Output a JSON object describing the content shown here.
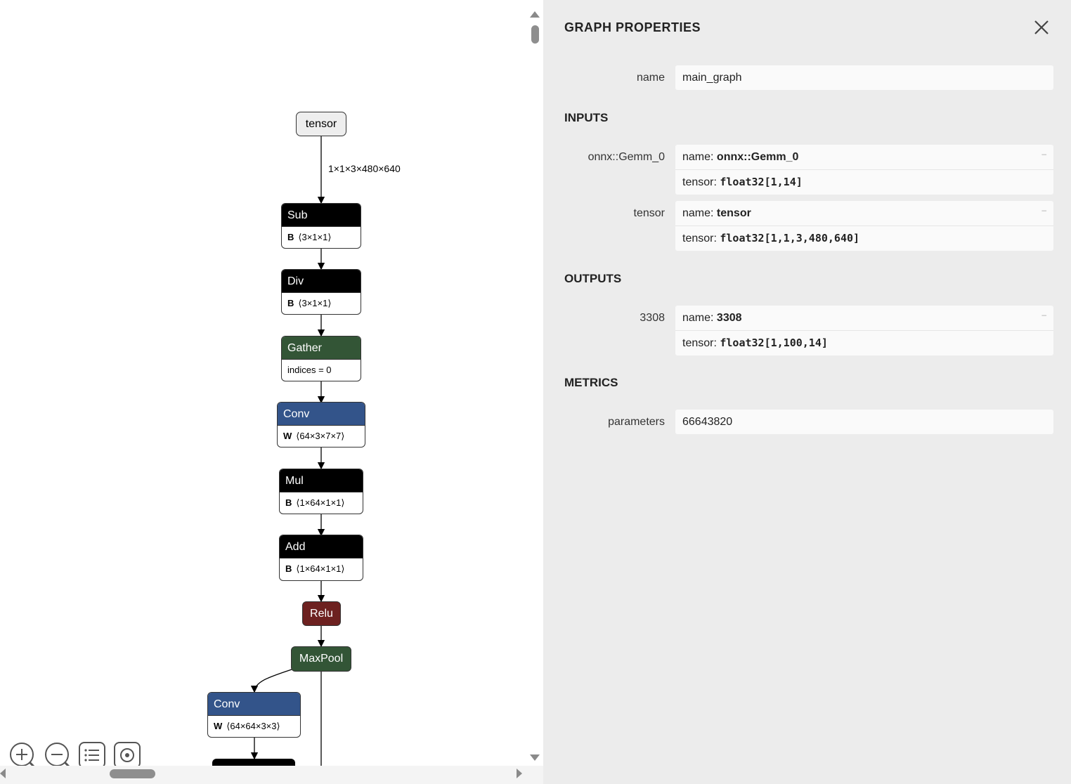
{
  "graph": {
    "edge_label": "1×1×3×480×640",
    "nodes": [
      {
        "id": "tensor",
        "label": "tensor",
        "kind": "input"
      },
      {
        "id": "sub",
        "label": "Sub",
        "color": "#000000",
        "attr_key": "B",
        "attr_val": "⟨3×1×1⟩"
      },
      {
        "id": "div",
        "label": "Div",
        "color": "#000000",
        "attr_key": "B",
        "attr_val": "⟨3×1×1⟩"
      },
      {
        "id": "gather",
        "label": "Gather",
        "color": "#335536",
        "attr_key": "",
        "attr_val": "indices = 0"
      },
      {
        "id": "conv1",
        "label": "Conv",
        "color": "#33548a",
        "attr_key": "W",
        "attr_val": "⟨64×3×7×7⟩"
      },
      {
        "id": "mul",
        "label": "Mul",
        "color": "#000000",
        "attr_key": "B",
        "attr_val": "⟨1×64×1×1⟩"
      },
      {
        "id": "add",
        "label": "Add",
        "color": "#000000",
        "attr_key": "B",
        "attr_val": "⟨1×64×1×1⟩"
      },
      {
        "id": "relu",
        "label": "Relu",
        "color": "#6d2120"
      },
      {
        "id": "maxpool",
        "label": "MaxPool",
        "color": "#335536"
      },
      {
        "id": "conv2",
        "label": "Conv",
        "color": "#33548a",
        "attr_key": "W",
        "attr_val": "⟨64×64×3×3⟩"
      }
    ]
  },
  "toolbar": {
    "zoom_in_icon": "zoom-in-icon",
    "zoom_out_icon": "zoom-out-icon",
    "list_icon": "list-icon",
    "center_icon": "target-icon"
  },
  "panel": {
    "title": "GRAPH PROPERTIES",
    "name_label": "name",
    "name_value": "main_graph",
    "inputs_heading": "INPUTS",
    "inputs": [
      {
        "label": "onnx::Gemm_0",
        "name_key": "name:",
        "name": "onnx::Gemm_0",
        "tensor_key": "tensor:",
        "tensor": "float32[1,14]"
      },
      {
        "label": "tensor",
        "name_key": "name:",
        "name": "tensor",
        "tensor_key": "tensor:",
        "tensor": "float32[1,1,3,480,640]"
      }
    ],
    "outputs_heading": "OUTPUTS",
    "outputs": [
      {
        "label": "3308",
        "name_key": "name:",
        "name": "3308",
        "tensor_key": "tensor:",
        "tensor": "float32[1,100,14]"
      }
    ],
    "metrics_heading": "METRICS",
    "parameters_label": "parameters",
    "parameters_value": "66643820",
    "expand_symbol": "–"
  }
}
